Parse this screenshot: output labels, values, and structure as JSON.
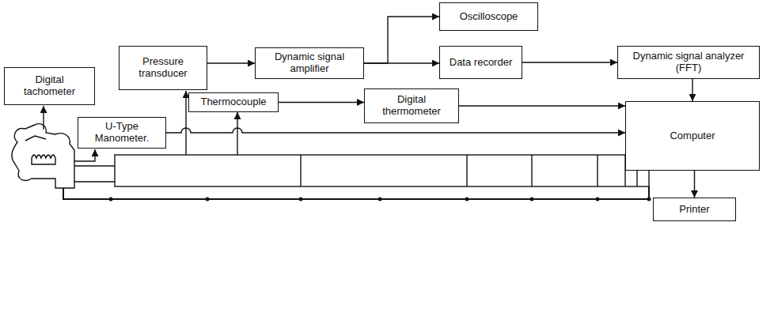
{
  "diagram": {
    "nodes": [
      {
        "text": [
          "Oscilloscope"
        ]
      },
      {
        "text": [
          "Pressure transducer"
        ]
      },
      {
        "text": [
          "Dynamic signal amplifier"
        ]
      },
      {
        "text": [
          "Data recorder"
        ]
      },
      {
        "text": [
          "Dynamic signal analyzer (FFT)"
        ]
      },
      {
        "text": [
          "Digital tachometer"
        ]
      },
      {
        "text": [
          "Thermocouple"
        ]
      },
      {
        "text": [
          "Digital thermometer"
        ]
      },
      {
        "text": [
          "U-Type Manometer."
        ]
      },
      {
        "text": [
          "Computer"
        ]
      },
      {
        "text": [
          "Printer"
        ]
      }
    ],
    "edges": [
      {
        "from": 1,
        "to": 2,
        "arrow": "to"
      },
      {
        "from": 2,
        "to": 0,
        "arrow": "to"
      },
      {
        "from": 2,
        "to": 3,
        "arrow": "to"
      },
      {
        "from": 3,
        "to": 4,
        "arrow": "to"
      },
      {
        "from": 4,
        "to": 9,
        "arrow": "to"
      },
      {
        "from": 6,
        "to": 7,
        "arrow": "to"
      },
      {
        "from": 7,
        "to": 9,
        "arrow": "to"
      },
      {
        "from": 8,
        "to": 9,
        "arrow": "to"
      },
      {
        "from": 9,
        "to": 10,
        "arrow": "to"
      }
    ]
  }
}
